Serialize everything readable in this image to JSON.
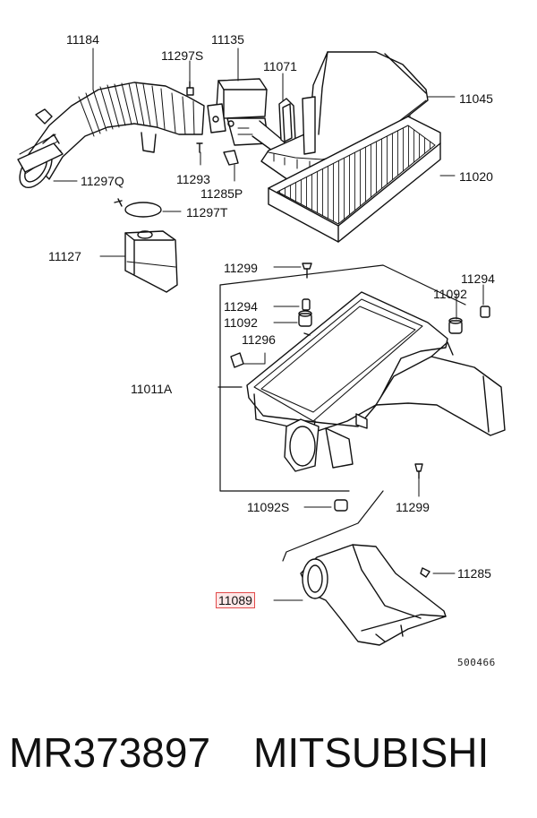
{
  "labels": {
    "p11184": "11184",
    "p11135": "11135",
    "p11297s": "11297S",
    "p11071": "11071",
    "p11045": "11045",
    "p11020": "11020",
    "p11297q": "11297Q",
    "p11293": "11293",
    "p11285p": "11285P",
    "p11297t": "11297T",
    "p11127": "11127",
    "p11299a": "11299",
    "p11294a": "11294",
    "p11092a": "11092",
    "p11294b": "11294",
    "p11092b": "11092",
    "p11296": "11296",
    "p11011a": "11011A",
    "p11092s": "11092S",
    "p11299b": "11299",
    "p11285": "11285",
    "p11089": "11089"
  },
  "diagram_code": "500466",
  "footer": {
    "part_number": "MR373897",
    "brand": "MITSUBISHI"
  },
  "colors": {
    "line": "#111111",
    "highlight_border": "#e24a4a",
    "highlight_fill": "#fde7e7",
    "filter_pleats": "#444444"
  }
}
